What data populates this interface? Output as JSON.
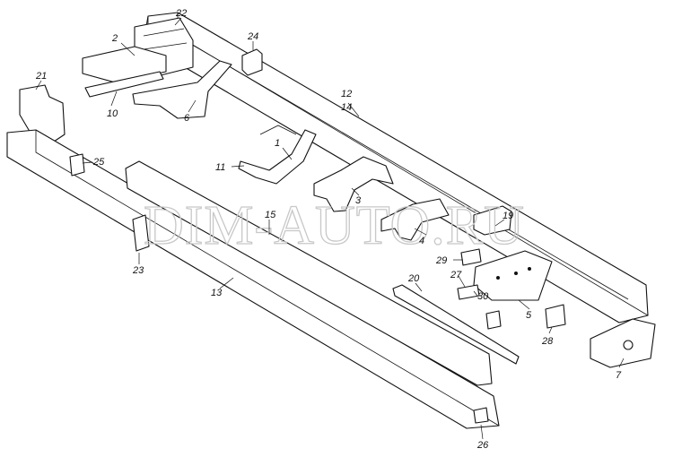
{
  "watermark": "DIM-AUTO.RU",
  "callouts": [
    {
      "id": "1",
      "text": "1"
    },
    {
      "id": "2",
      "text": "2"
    },
    {
      "id": "3",
      "text": "3"
    },
    {
      "id": "4",
      "text": "4"
    },
    {
      "id": "5",
      "text": "5"
    },
    {
      "id": "6",
      "text": "6"
    },
    {
      "id": "7",
      "text": "7"
    },
    {
      "id": "10",
      "text": "10"
    },
    {
      "id": "11",
      "text": "11"
    },
    {
      "id": "12",
      "text": "12"
    },
    {
      "id": "13",
      "text": "13"
    },
    {
      "id": "14",
      "text": "14"
    },
    {
      "id": "15",
      "text": "15"
    },
    {
      "id": "19",
      "text": "19"
    },
    {
      "id": "20",
      "text": "20"
    },
    {
      "id": "21",
      "text": "21"
    },
    {
      "id": "22",
      "text": "22"
    },
    {
      "id": "23",
      "text": "23"
    },
    {
      "id": "24",
      "text": "24"
    },
    {
      "id": "25",
      "text": "25"
    },
    {
      "id": "26",
      "text": "26"
    },
    {
      "id": "27",
      "text": "27"
    },
    {
      "id": "28",
      "text": "28"
    },
    {
      "id": "29",
      "text": "29"
    },
    {
      "id": "30",
      "text": "30"
    }
  ]
}
